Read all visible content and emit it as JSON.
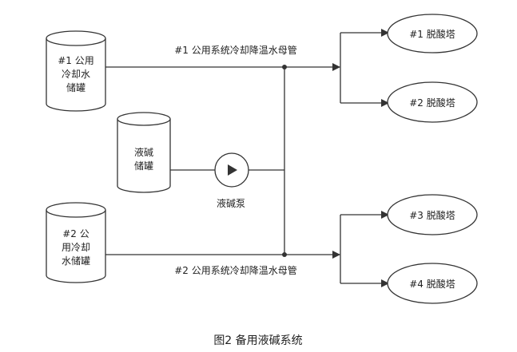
{
  "diagram": {
    "tanks": {
      "tank1": [
        "#1 公用",
        "冷却水",
        "储罐"
      ],
      "tank_caustic": [
        "液碱",
        "储罐"
      ],
      "tank2": [
        "#2 公",
        "用冷却",
        "水储罐"
      ]
    },
    "pump_label": "液碱泵",
    "pipes": {
      "pipe1": "#1 公用系统冷却降温水母管",
      "pipe2": "#2 公用系统冷却降温水母管"
    },
    "towers": [
      "#1 脱酸塔",
      "#2 脱酸塔",
      "#3 脱酸塔",
      "#4 脱酸塔"
    ],
    "caption": "图2 备用液碱系统"
  },
  "colors": {
    "line": "#333333",
    "text": "#222222",
    "background": "#ffffff"
  }
}
